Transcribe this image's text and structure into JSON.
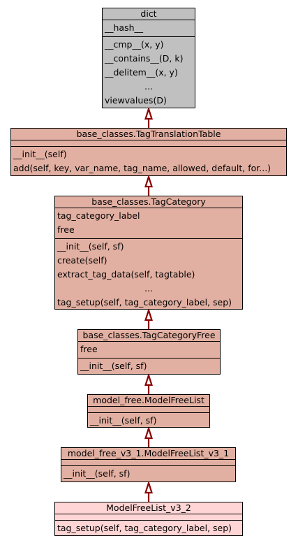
{
  "classes": {
    "dict": {
      "name": "dict",
      "attributes": [
        "__hash__"
      ],
      "operations": [
        "__cmp__(x, y)",
        "__contains__(D, k)",
        "__delitem__(x, y)",
        "...",
        "viewvalues(D)"
      ]
    },
    "tag_translation_table": {
      "name": "base_classes.TagTranslationTable",
      "attributes": [],
      "operations": [
        "__init__(self)",
        "add(self, key, var_name, tag_name, allowed, default, for...)"
      ]
    },
    "tag_category": {
      "name": "base_classes.TagCategory",
      "attributes": [
        "tag_category_label",
        "free"
      ],
      "operations": [
        "__init__(self, sf)",
        "create(self)",
        "extract_tag_data(self, tagtable)",
        "...",
        "tag_setup(self, tag_category_label, sep)"
      ]
    },
    "tag_category_free": {
      "name": "base_classes.TagCategoryFree",
      "attributes": [
        "free"
      ],
      "operations": [
        "__init__(self, sf)"
      ]
    },
    "model_free_list": {
      "name": "model_free.ModelFreeList",
      "attributes": [],
      "operations": [
        "__init__(self, sf)"
      ]
    },
    "model_free_list_v3_1": {
      "name": "model_free_v3_1.ModelFreeList_v3_1",
      "attributes": [],
      "operations": [
        "__init__(self, sf)"
      ]
    },
    "model_free_list_v3_2": {
      "name": "ModelFreeList_v3_2",
      "attributes": [],
      "operations": [
        "tag_setup(self, tag_category_label, sep)"
      ]
    }
  },
  "colors": {
    "base_fill": "#c0c0c0",
    "ancestor_fill": "#e2b0a2",
    "focus_fill": "#ffd5d5",
    "edge": "#8b0000"
  }
}
